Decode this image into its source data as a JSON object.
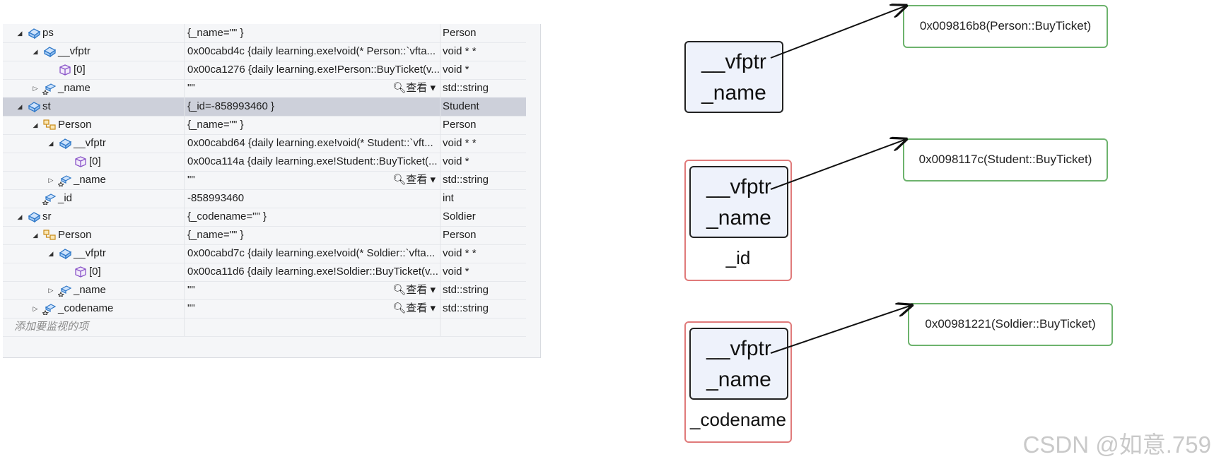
{
  "watch": {
    "rows": [
      {
        "name": "ps",
        "value": "{_name=\"\" }",
        "type": "Person",
        "indent": 0,
        "expander": "open",
        "icon": "object-icon"
      },
      {
        "name": "__vfptr",
        "value": "0x00cabd4c {daily learning.exe!void(* Person::`vfta...",
        "type": "void * *",
        "indent": 1,
        "expander": "open",
        "icon": "object-icon"
      },
      {
        "name": "[0]",
        "value": "0x00ca1276 {daily learning.exe!Person::BuyTicket(v...",
        "type": "void *",
        "indent": 2,
        "expander": "none",
        "icon": "cube-icon"
      },
      {
        "name": "_name",
        "value": "\"\"",
        "type": "std::string",
        "indent": 1,
        "expander": "closed",
        "icon": "field-icon",
        "viewer": "查看"
      },
      {
        "name": "st",
        "value": "{_id=-858993460 }",
        "type": "Student",
        "indent": 0,
        "expander": "open",
        "icon": "object-icon",
        "selected": true
      },
      {
        "name": "Person",
        "value": "{_name=\"\" }",
        "type": "Person",
        "indent": 1,
        "expander": "open",
        "icon": "base-class-icon"
      },
      {
        "name": "__vfptr",
        "value": "0x00cabd64 {daily learning.exe!void(* Student::`vft...",
        "type": "void * *",
        "indent": 2,
        "expander": "open",
        "icon": "object-icon"
      },
      {
        "name": "[0]",
        "value": "0x00ca114a {daily learning.exe!Student::BuyTicket(...",
        "type": "void *",
        "indent": 3,
        "expander": "none",
        "icon": "cube-icon"
      },
      {
        "name": "_name",
        "value": "\"\"",
        "type": "std::string",
        "indent": 2,
        "expander": "closed",
        "icon": "field-icon",
        "viewer": "查看"
      },
      {
        "name": "_id",
        "value": "-858993460",
        "type": "int",
        "indent": 1,
        "expander": "none",
        "icon": "field-icon"
      },
      {
        "name": "sr",
        "value": "{_codename=\"\" }",
        "type": "Soldier",
        "indent": 0,
        "expander": "open",
        "icon": "object-icon"
      },
      {
        "name": "Person",
        "value": "{_name=\"\" }",
        "type": "Person",
        "indent": 1,
        "expander": "open",
        "icon": "base-class-icon"
      },
      {
        "name": "__vfptr",
        "value": "0x00cabd7c {daily learning.exe!void(* Soldier::`vfta...",
        "type": "void * *",
        "indent": 2,
        "expander": "open",
        "icon": "object-icon"
      },
      {
        "name": "[0]",
        "value": "0x00ca11d6 {daily learning.exe!Soldier::BuyTicket(v...",
        "type": "void *",
        "indent": 3,
        "expander": "none",
        "icon": "cube-icon"
      },
      {
        "name": "_name",
        "value": "\"\"",
        "type": "std::string",
        "indent": 2,
        "expander": "closed",
        "icon": "field-icon",
        "viewer": "查看"
      },
      {
        "name": "_codename",
        "value": "\"\"",
        "type": "std::string",
        "indent": 1,
        "expander": "closed",
        "icon": "field-icon",
        "viewer": "查看"
      }
    ],
    "add_hint": "添加要监视的项"
  },
  "diagram": {
    "person": {
      "vfptr": "__vfptr",
      "name": "_name",
      "vtable": "0x009816b8(Person::BuyTicket)"
    },
    "student": {
      "vfptr": "__vfptr",
      "name": "_name",
      "extra": "_id",
      "vtable": "0x0098117c(Student::BuyTicket)"
    },
    "soldier": {
      "vfptr": "__vfptr",
      "name": "_name",
      "extra": "_codename",
      "vtable": "0x00981221(Soldier::BuyTicket)"
    }
  },
  "watermark": "CSDN @如意.759",
  "colors": {
    "selected_row": "#cdd0da",
    "object_box": "#eef2fb",
    "outer_box": "#e07a7a",
    "vtable_box": "#6db36d"
  }
}
